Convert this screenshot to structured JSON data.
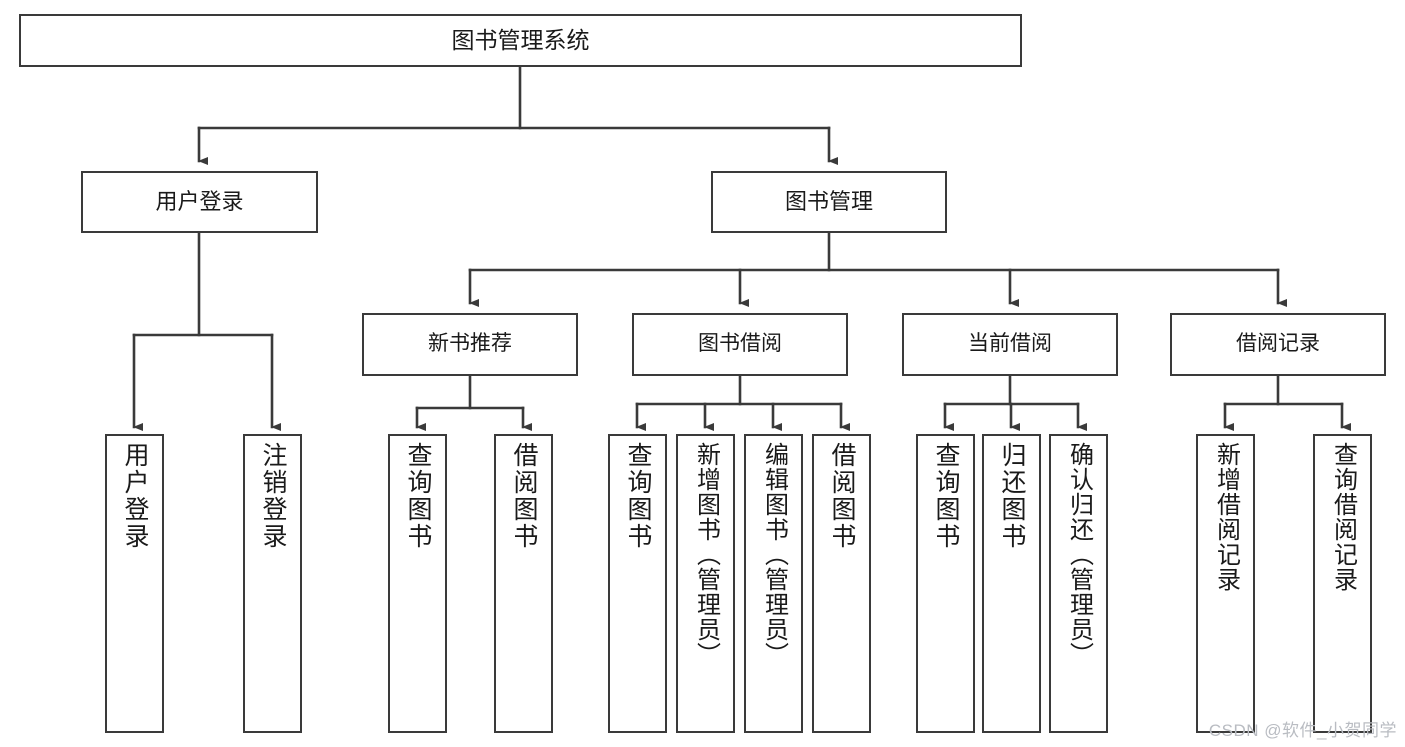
{
  "diagram": {
    "type": "tree-hierarchy-flowchart",
    "title": "图书管理系统",
    "orientation": "top-down",
    "style": {
      "box_border_color": "#3a3a3a",
      "box_fill_color": "#ffffff",
      "connector_color": "#3a3a3a",
      "background_color": "#ffffff",
      "text_color": "#1a1a1a",
      "watermark_color": "#b9bcc2"
    },
    "root": {
      "label": "图书管理系统",
      "level": 0
    },
    "level1": [
      {
        "label": "用户登录"
      },
      {
        "label": "图书管理"
      }
    ],
    "level2": [
      {
        "label": "新书推荐"
      },
      {
        "label": "图书借阅"
      },
      {
        "label": "当前借阅"
      },
      {
        "label": "借阅记录"
      }
    ],
    "leaves": {
      "user_login": [
        {
          "label": "用户登录"
        },
        {
          "label": "注销登录"
        }
      ],
      "new_book_recommend": [
        {
          "label": "查询图书"
        },
        {
          "label": "借阅图书"
        }
      ],
      "book_borrow": [
        {
          "label": "查询图书"
        },
        {
          "label": "新增图书（管理员）"
        },
        {
          "label": "编辑图书（管理员）"
        },
        {
          "label": "借阅图书"
        }
      ],
      "current_borrow": [
        {
          "label": "查询图书"
        },
        {
          "label": "归还图书"
        },
        {
          "label": "确认归还（管理员）"
        }
      ],
      "borrow_records": [
        {
          "label": "新增借阅记录"
        },
        {
          "label": "查询借阅记录"
        }
      ]
    }
  },
  "watermark": {
    "text": "CSDN @软件_小贺同学"
  }
}
